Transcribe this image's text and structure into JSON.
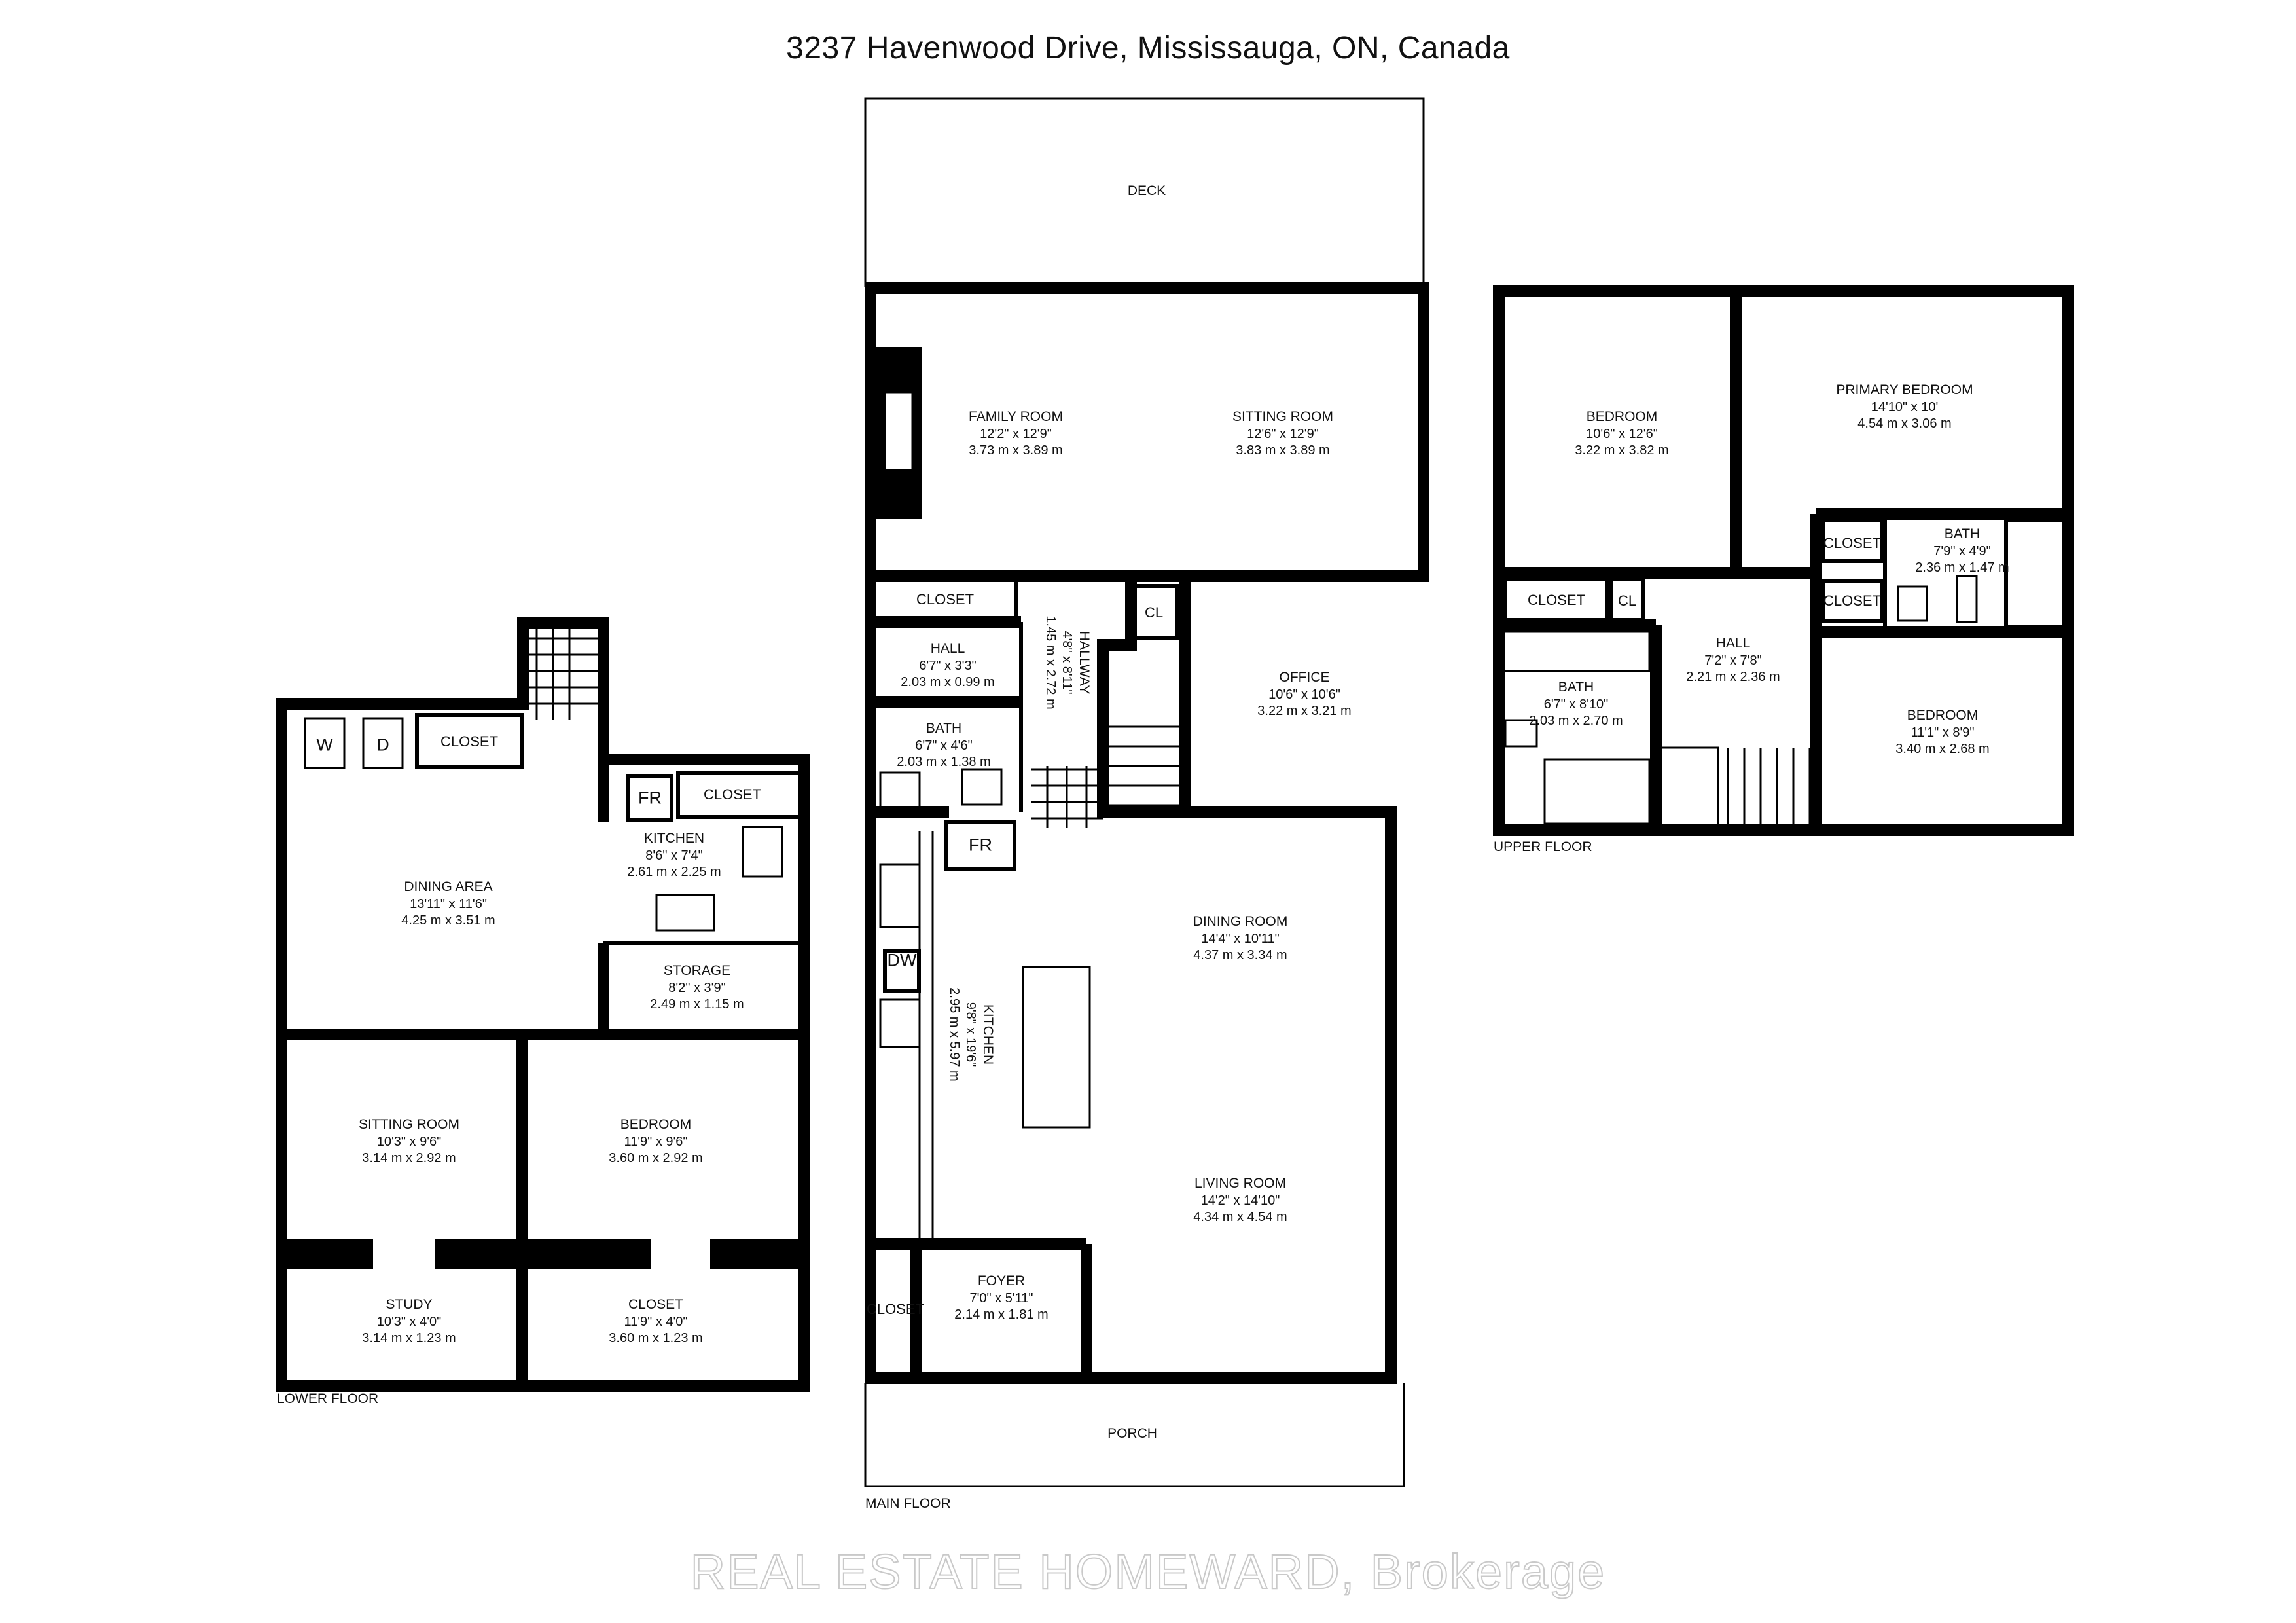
{
  "title": "3237 Havenwood Drive, Mississauga, ON, Canada",
  "watermark": "REAL ESTATE HOMEWARD, Brokerage",
  "floors": {
    "lower": {
      "caption": "LOWER FLOOR",
      "rooms": {
        "dining_area": {
          "name": "DINING AREA",
          "imperial": "13'11\" x 11'6\"",
          "metric": "4.25 m x 3.51 m"
        },
        "kitchen": {
          "name": "KITCHEN",
          "imperial": "8'6\" x 7'4\"",
          "metric": "2.61 m x 2.25 m"
        },
        "storage": {
          "name": "STORAGE",
          "imperial": "8'2\" x 3'9\"",
          "metric": "2.49 m x 1.15 m"
        },
        "sitting_room": {
          "name": "SITTING ROOM",
          "imperial": "10'3\" x 9'6\"",
          "metric": "3.14 m x 2.92 m"
        },
        "bedroom": {
          "name": "BEDROOM",
          "imperial": "11'9\" x 9'6\"",
          "metric": "3.60 m x 2.92 m"
        },
        "study": {
          "name": "STUDY",
          "imperial": "10'3\" x 4'0\"",
          "metric": "3.14 m x 1.23 m"
        },
        "closet_big": {
          "name": "CLOSET",
          "imperial": "11'9\" x 4'0\"",
          "metric": "3.60 m x 1.23 m"
        }
      },
      "tags": {
        "washer": "W",
        "dryer": "D",
        "closet1": "CLOSET",
        "closet2": "CLOSET",
        "fridge": "FR"
      }
    },
    "main": {
      "caption": "MAIN FLOOR",
      "rooms": {
        "deck": {
          "name": "DECK"
        },
        "porch": {
          "name": "PORCH"
        },
        "family_room": {
          "name": "FAMILY ROOM",
          "imperial": "12'2\" x 12'9\"",
          "metric": "3.73 m x 3.89 m"
        },
        "sitting_room": {
          "name": "SITTING  ROOM",
          "imperial": "12'6\" x 12'9\"",
          "metric": "3.83 m x 3.89 m"
        },
        "hall": {
          "name": "HALL",
          "imperial": "6'7\" x 3'3\"",
          "metric": "2.03 m x 0.99 m"
        },
        "bath": {
          "name": "BATH",
          "imperial": "6'7\" x 4'6\"",
          "metric": "2.03 m x 1.38 m"
        },
        "hallway": {
          "name": "HALLWAY",
          "imperial": "4'8\" x 8'11\"",
          "metric": "1.45 m x 2.72 m"
        },
        "office": {
          "name": "OFFICE",
          "imperial": "10'6\" x 10'6\"",
          "metric": "3.22 m x 3.21 m"
        },
        "dining_room": {
          "name": "DINING ROOM",
          "imperial": "14'4\" x 10'11\"",
          "metric": "4.37 m x 3.34 m"
        },
        "kitchen": {
          "name": "KITCHEN",
          "imperial": "9'8\" x 19'6\"",
          "metric": "2.95 m x 5.97 m"
        },
        "living_room": {
          "name": "LIVING ROOM",
          "imperial": "14'2\" x 14'10\"",
          "metric": "4.34 m x 4.54 m"
        },
        "foyer": {
          "name": "FOYER",
          "imperial": "7'0\" x 5'11\"",
          "metric": "2.14 m x 1.81 m"
        }
      },
      "tags": {
        "closet_top": "CLOSET",
        "cl": "CL",
        "fridge": "FR",
        "dishwasher": "DW",
        "closet_side": "CLOSET"
      }
    },
    "upper": {
      "caption": "UPPER FLOOR",
      "rooms": {
        "bedroom1": {
          "name": "BEDROOM",
          "imperial": "10'6\" x 12'6\"",
          "metric": "3.22 m x 3.82 m"
        },
        "primary_bedroom": {
          "name": "PRIMARY BEDROOM",
          "imperial": "14'10\" x 10'",
          "metric": "4.54 m x 3.06 m"
        },
        "bath_ensuite": {
          "name": "BATH",
          "imperial": "7'9\" x 4'9\"",
          "metric": "2.36 m x 1.47 m"
        },
        "hall": {
          "name": "HALL",
          "imperial": "7'2\" x 7'8\"",
          "metric": "2.21 m x 2.36 m"
        },
        "bath": {
          "name": "BATH",
          "imperial": "6'7\" x 8'10\"",
          "metric": "2.03 m x 2.70 m"
        },
        "bedroom2": {
          "name": "BEDROOM",
          "imperial": "11'1\" x 8'9\"",
          "metric": "3.40 m x 2.68 m"
        }
      },
      "tags": {
        "closet1": "CLOSET",
        "closet2": "CLOSET",
        "closet3": "CLOSET",
        "cl": "CL"
      }
    }
  }
}
